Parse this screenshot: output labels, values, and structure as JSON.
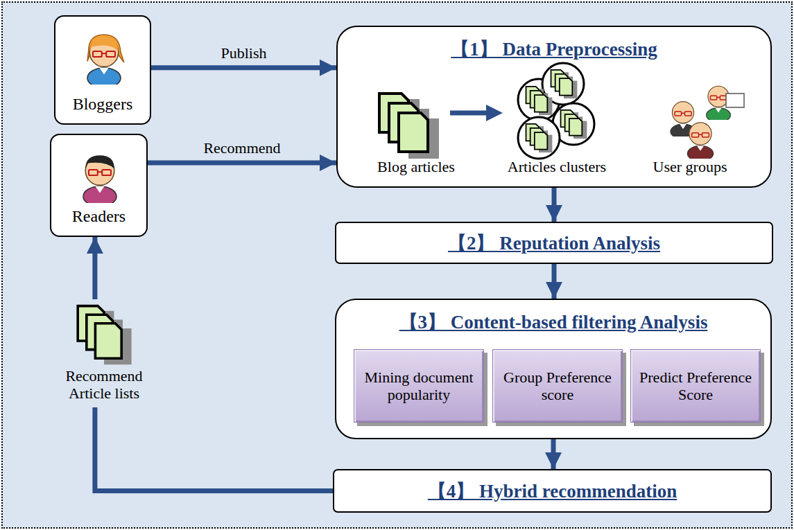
{
  "diagram": {
    "nodes": [
      {
        "text": [
          "Bloggers"
        ]
      },
      {
        "text": [
          "Readers"
        ]
      },
      {
        "text": [
          "【1】 Data Preprocessing"
        ]
      },
      {
        "text": [
          "【2】 Reputation Analysis"
        ]
      },
      {
        "text": [
          "【3】 Content-based filtering Analysis"
        ]
      },
      {
        "text": [
          "Mining document popularity"
        ],
        "in": 4
      },
      {
        "text": [
          "Group Preference score"
        ],
        "in": 4
      },
      {
        "text": [
          "Predict Preference Score"
        ],
        "in": 4
      },
      {
        "text": [
          "【4】 Hybrid recommendation"
        ]
      }
    ],
    "edges": [
      {
        "from": 0,
        "to": 2,
        "label": "Publish",
        "arrow": "to"
      },
      {
        "from": 1,
        "to": 2,
        "label": "Recommend",
        "arrow": "to"
      },
      {
        "from": 2,
        "to": 3,
        "arrow": "to"
      },
      {
        "from": 3,
        "to": 4,
        "arrow": "to"
      },
      {
        "from": 4,
        "to": 8,
        "arrow": "to"
      },
      {
        "from": 8,
        "to": 1,
        "arrow": "to"
      }
    ],
    "labels": [
      "Blog articles",
      "Articles clusters",
      "User groups",
      "Recommend Article lists"
    ]
  }
}
